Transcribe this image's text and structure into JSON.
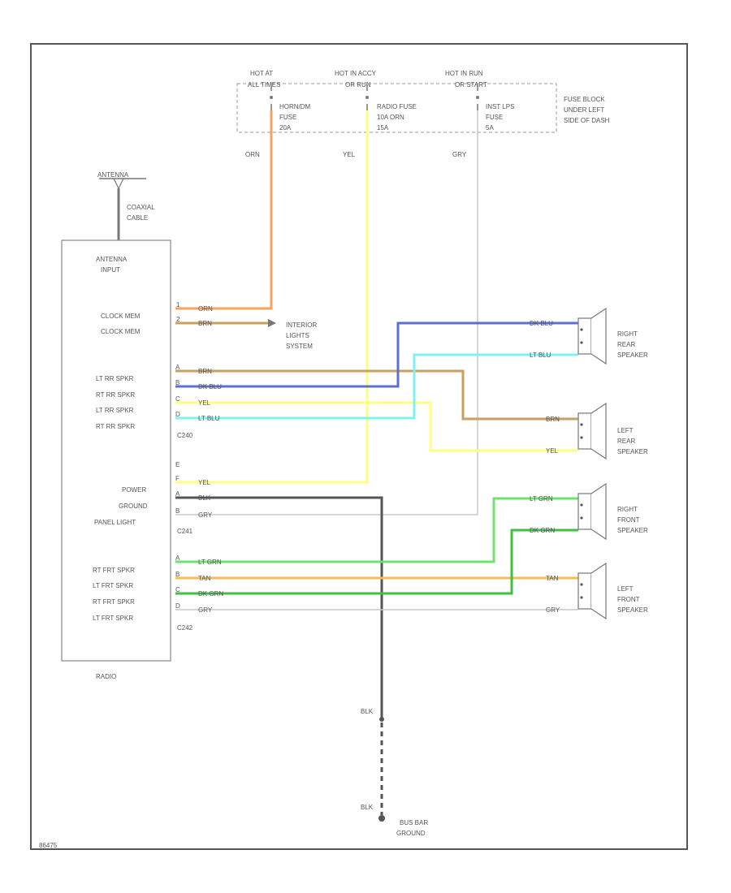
{
  "fuse_block": {
    "hot_labels": [
      [
        "HOT AT",
        "ALL TIMES"
      ],
      [
        "HOT IN ACCY",
        "OR RUN"
      ],
      [
        "HOT IN RUN",
        "OR START"
      ]
    ],
    "fuses": [
      [
        "HORN/DM",
        "FUSE",
        "20A"
      ],
      [
        "RADIO FUSE",
        "10A  ORN",
        "15A"
      ],
      [
        "INST LPS",
        "FUSE",
        "5A"
      ]
    ],
    "location": [
      "FUSE BLOCK",
      "UNDER LEFT",
      "SIDE OF DASH"
    ]
  },
  "antenna": {
    "label": "ANTENNA",
    "cable": [
      "COAXIAL",
      "CABLE"
    ],
    "input": [
      "ANTENNA",
      "INPUT"
    ]
  },
  "radio": {
    "name": "RADIO",
    "clock_labels": [
      "CLOCK MEM",
      "CLOCK MEM"
    ],
    "rear_labels": [
      "LT RR SPKR",
      "RT RR SPKR",
      "LT RR SPKR",
      "RT RR SPKR"
    ],
    "c240": "C240",
    "power_labels": [
      "POWER",
      "GROUND",
      "PANEL LIGHT"
    ],
    "c241": "C241",
    "front_labels": [
      "RT FRT SPKR",
      "LT FRT SPKR",
      "RT FRT SPKR",
      "LT FRT SPKR"
    ],
    "c242": "C242"
  },
  "pins": {
    "clock": [
      "1",
      "2"
    ],
    "rear": [
      "A",
      "B",
      "C",
      "D"
    ],
    "power": [
      "E",
      "F",
      "A",
      "B"
    ],
    "front": [
      "A",
      "B",
      "C",
      "D"
    ]
  },
  "wires": {
    "clock": [
      "ORN",
      "BRN"
    ],
    "rear_left": [
      "BRN",
      "DK BLU",
      "YEL",
      "LT BLU"
    ],
    "power": [
      "YEL",
      "BLK",
      "GRY"
    ],
    "front_left": [
      "LT GRN",
      "TAN",
      "DK GRN",
      "GRY"
    ],
    "fuse_out": [
      "ORN",
      "YEL",
      "GRY"
    ],
    "right_speaker": [
      "DK BLU",
      "LT BLU",
      "BRN",
      "YEL",
      "LT GRN",
      "DK GRN",
      "TAN",
      "GRY"
    ],
    "ground": [
      "BLK",
      "BLK"
    ]
  },
  "interior_lights": [
    "INTERIOR",
    "LIGHTS",
    "SYSTEM"
  ],
  "speakers": [
    [
      "RIGHT",
      "REAR",
      "SPEAKER"
    ],
    [
      "LEFT",
      "REAR",
      "SPEAKER"
    ],
    [
      "RIGHT",
      "FRONT",
      "SPEAKER"
    ],
    [
      "LEFT",
      "FRONT",
      "SPEAKER"
    ]
  ],
  "ground": [
    "BUS BAR",
    "GROUND"
  ],
  "diagram_id": "86475",
  "colors": {
    "orange": "#f5a25d",
    "yellow": "#ffff80",
    "gray": "#c8c8c8",
    "brown": "#c8a060",
    "dark_blue": "#5e6fd0",
    "light_blue": "#80f0f0",
    "black": "#555555",
    "light_green": "#70e070",
    "dark_green": "#40c040",
    "tan": "#f2bd56"
  }
}
